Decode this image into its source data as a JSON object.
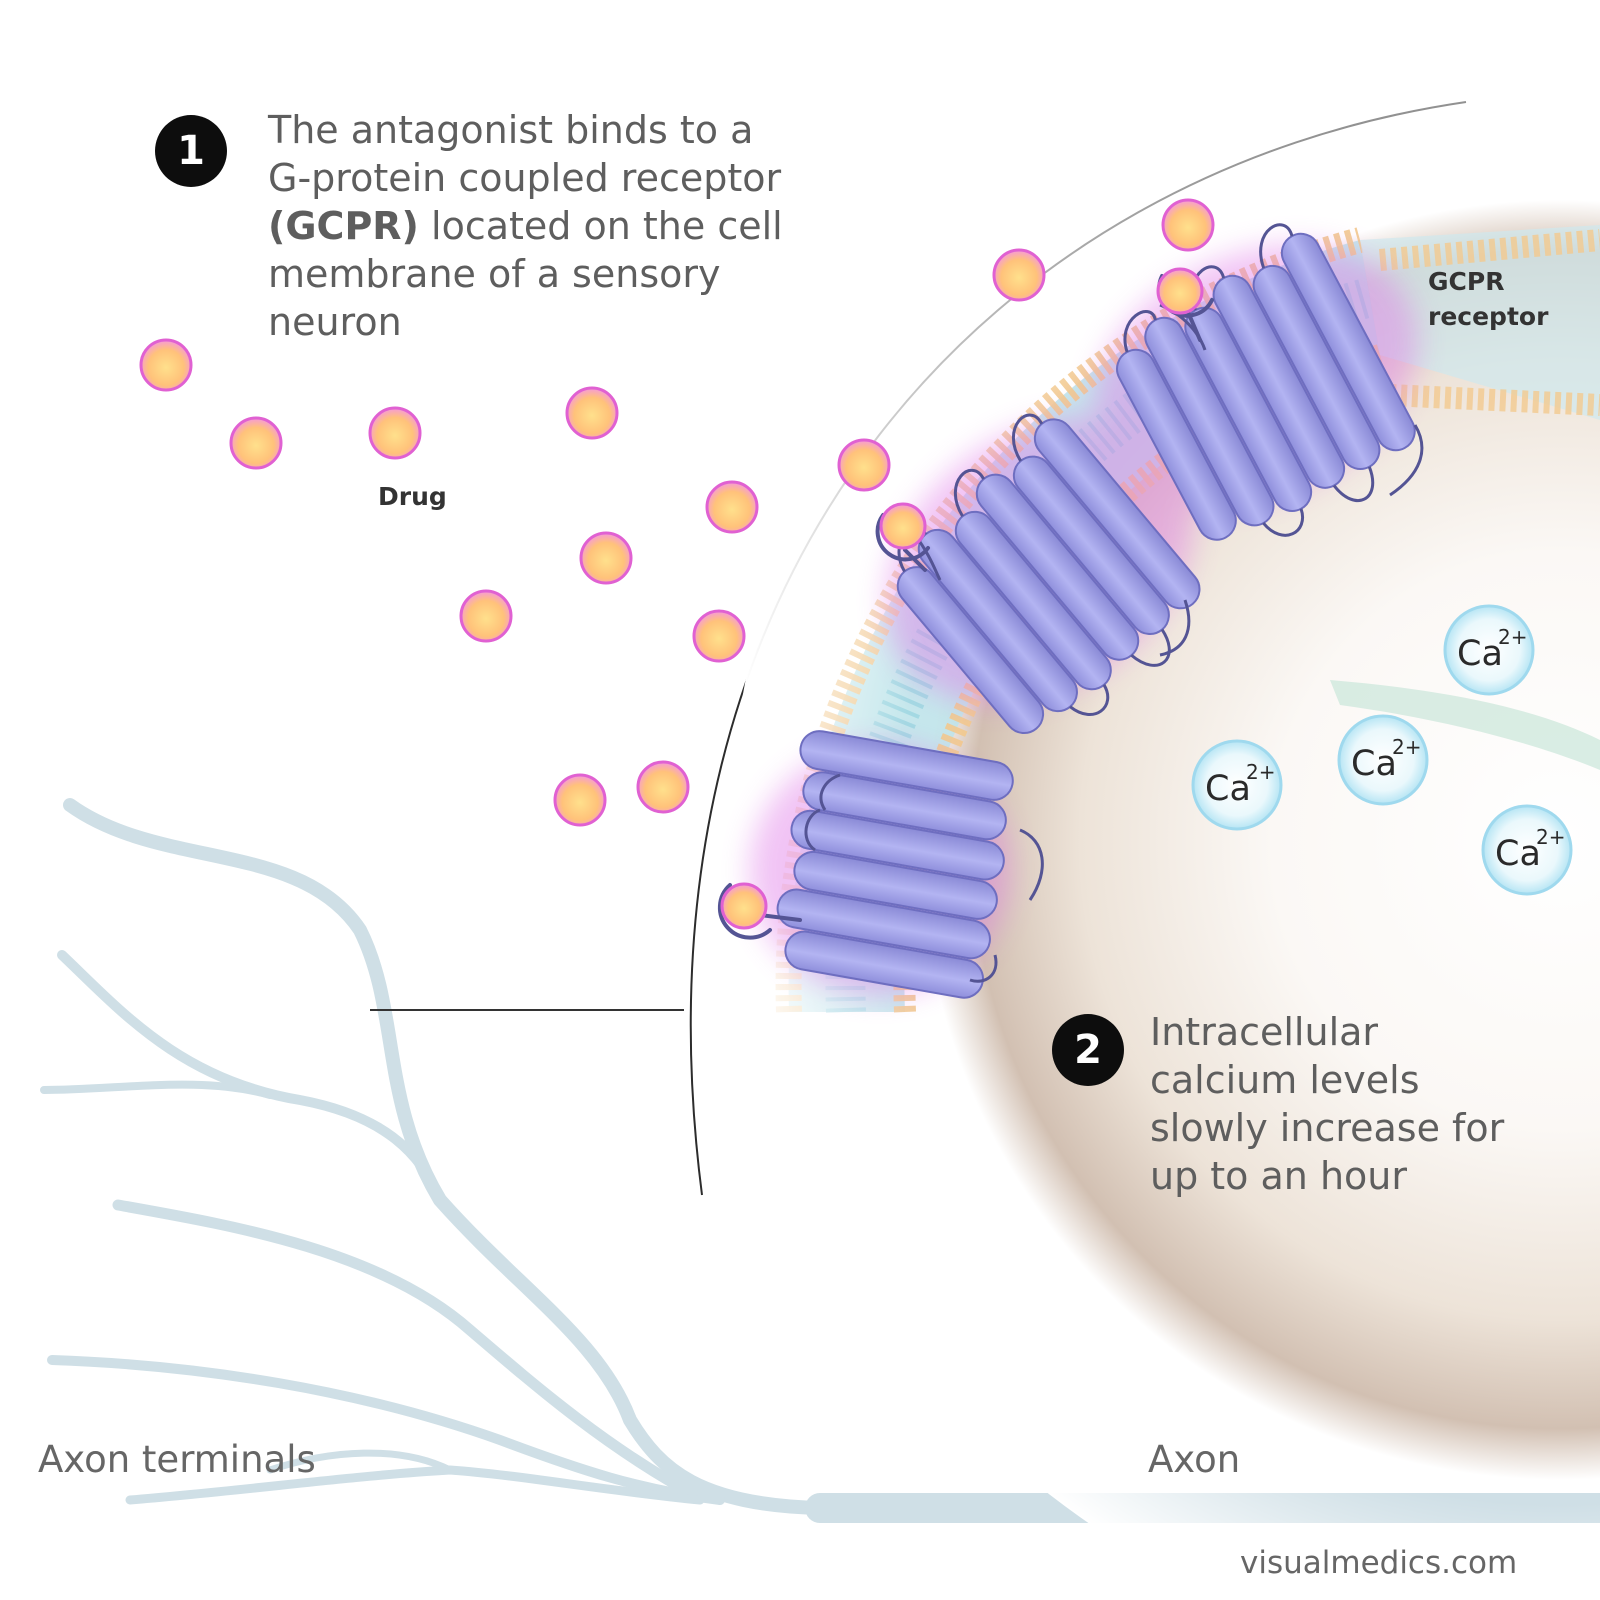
{
  "step1": {
    "number": "1",
    "line1": "The antagonist binds to a",
    "line2": "G-protein coupled receptor",
    "line3_bold": "(GCPR)",
    "line3_rest": " located on the cell",
    "line4": "membrane of a sensory",
    "line5": "neuron"
  },
  "step2": {
    "number": "2",
    "line1": "Intracellular",
    "line2": "calcium levels",
    "line3": "slowly increase for",
    "line4": "up to an hour"
  },
  "labels": {
    "drug": "Drug",
    "receptor_line1": "GCPR",
    "receptor_line2": "receptor",
    "axon_terminals": "Axon terminals",
    "axon": "Axon",
    "ion_symbol": "Ca",
    "ion_charge": "2+"
  },
  "credit": "visualmedics.com",
  "colors": {
    "drug_core": "#ffd37a",
    "drug_ring": "#e25fd6",
    "receptor": "#a7a8ec",
    "ion_fill": "#dff3fa",
    "ion_ring": "#8fd4ec",
    "axon": "#cfdfe6"
  }
}
